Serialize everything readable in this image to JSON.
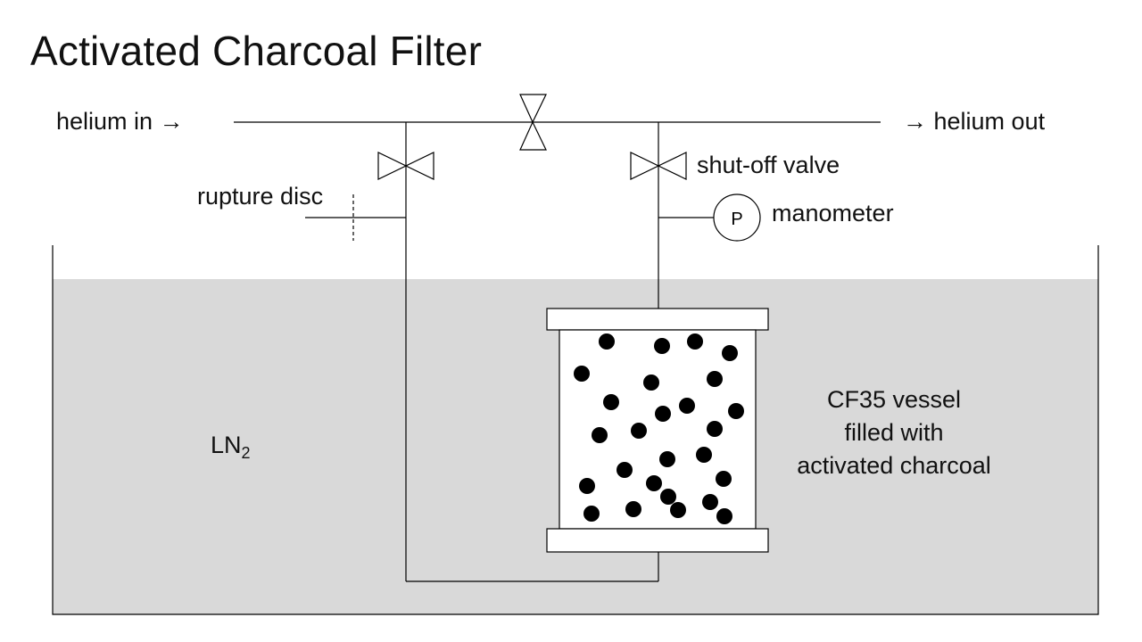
{
  "title": "Activated Charcoal Filter",
  "labels": {
    "helium_in": "helium in",
    "helium_out": "helium out",
    "arrow": "→",
    "shutoff_valve": "shut-off valve",
    "rupture_disc": "rupture disc",
    "manometer": "manometer",
    "manometer_symbol": "P",
    "ln2_main": "LN",
    "ln2_sub": "2",
    "vessel_line1": "CF35 vessel",
    "vessel_line2": "filled with",
    "vessel_line3": "activated charcoal"
  },
  "colors": {
    "bath_fill": "#d9d9d9",
    "line": "#000000",
    "charcoal": "#000000"
  }
}
